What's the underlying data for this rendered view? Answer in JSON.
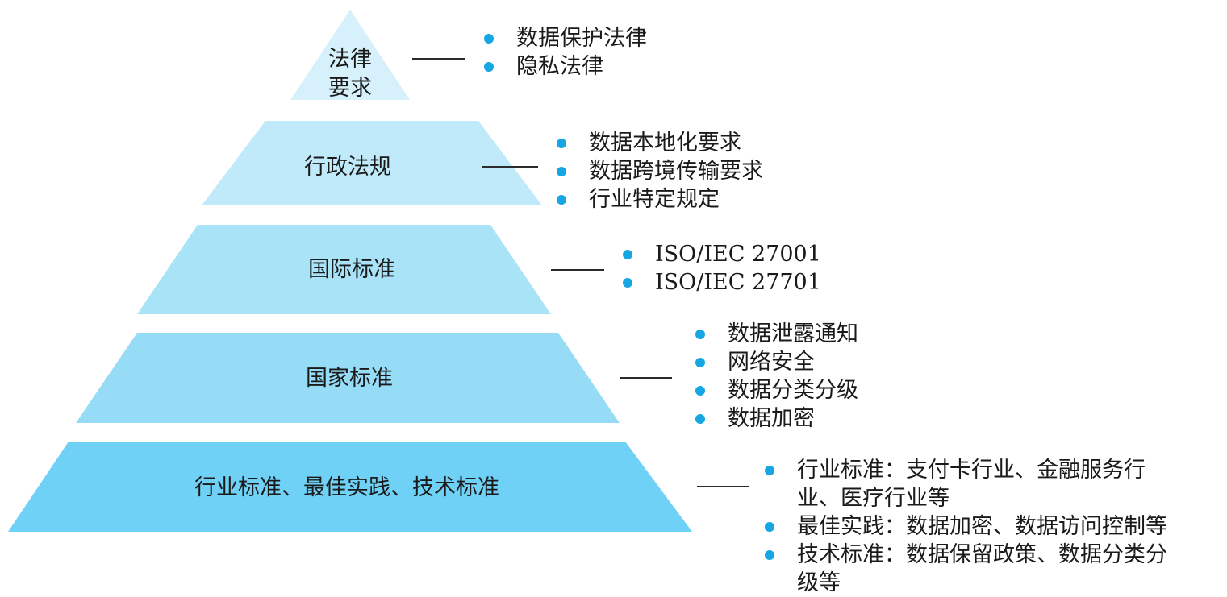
{
  "colors": {
    "bullet": "#17a6e4",
    "connector": "#2b2b2b",
    "levels": [
      "#d6f1fb",
      "#c0eaf9",
      "#a9e3f8",
      "#97dcf7",
      "#6fd1f5"
    ]
  },
  "levels": [
    {
      "label_lines": [
        "法律",
        "要求"
      ],
      "items": [
        "数据保护法律",
        "隐私法律"
      ]
    },
    {
      "label_lines": [
        "行政法规"
      ],
      "items": [
        "数据本地化要求",
        "数据跨境传输要求",
        "行业特定规定"
      ]
    },
    {
      "label_lines": [
        "国际标准"
      ],
      "items": [
        "ISO/IEC 27001",
        "ISO/IEC 27701"
      ]
    },
    {
      "label_lines": [
        "国家标准"
      ],
      "items": [
        "数据泄露通知",
        "网络安全",
        "数据分类分级",
        "数据加密"
      ]
    },
    {
      "label_lines": [
        "行业标准、最佳实践、技术标准"
      ],
      "items": [
        [
          "行业标准：支付卡行业、金融服务行",
          "业、医疗行业等"
        ],
        [
          "最佳实践：数据加密、数据访问控制等"
        ],
        [
          "技术标准：数据保留政策、数据分类分",
          "级等"
        ]
      ]
    }
  ]
}
